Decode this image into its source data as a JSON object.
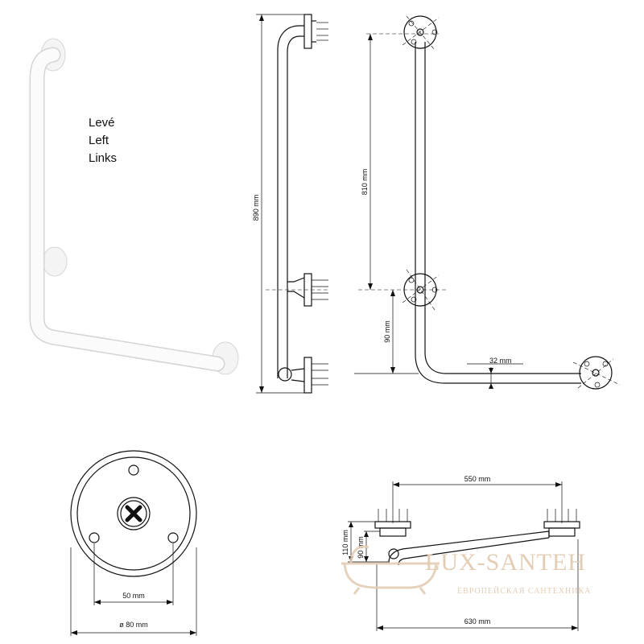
{
  "side_labels": [
    "Levé",
    "Left",
    "Links"
  ],
  "dimensions": {
    "height_total": "890 mm",
    "mount_spacing": "810 mm",
    "low_offset": "90 mm",
    "tube_diameter": "32 mm",
    "flange_holes": "50 mm",
    "flange_diameter": "ø 80 mm",
    "top_span": "550 mm",
    "top_total": "630 mm",
    "top_depth_outer": "110 mm",
    "top_depth_inner": "90 mm"
  },
  "watermark": {
    "brand": "LUX-SANTEH",
    "tagline": "ЕВРОПЕЙСКАЯ САНТЕХНИКА"
  }
}
